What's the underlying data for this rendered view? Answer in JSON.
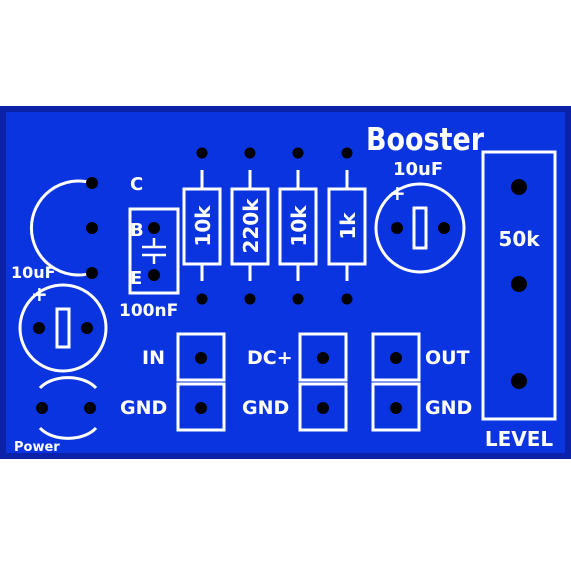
{
  "board": {
    "title": "Booster",
    "colors": {
      "copper": "#0a34e0",
      "frame": "#0b21a8",
      "silk": "#ffffff",
      "pad": "#000000"
    }
  },
  "transistor": {
    "pin_c": "C",
    "pin_b": "B",
    "pin_e": "E"
  },
  "capacitor_small": {
    "value": "100nF"
  },
  "resistors": [
    {
      "value": "10k"
    },
    {
      "value": "220k"
    },
    {
      "value": "10k"
    },
    {
      "value": "1k"
    }
  ],
  "electrolytic_top": {
    "value": "10uF",
    "polarity": "+"
  },
  "electrolytic_left": {
    "value": "10uF",
    "polarity": "+"
  },
  "power": {
    "label": "Power"
  },
  "connectors": {
    "in_label": "IN",
    "in_gnd_label": "GND",
    "dc_label": "DC+",
    "dc_gnd_label": "GND",
    "out_label": "OUT",
    "out_gnd_label": "GND"
  },
  "potentiometer": {
    "value": "50k",
    "label": "LEVEL"
  }
}
